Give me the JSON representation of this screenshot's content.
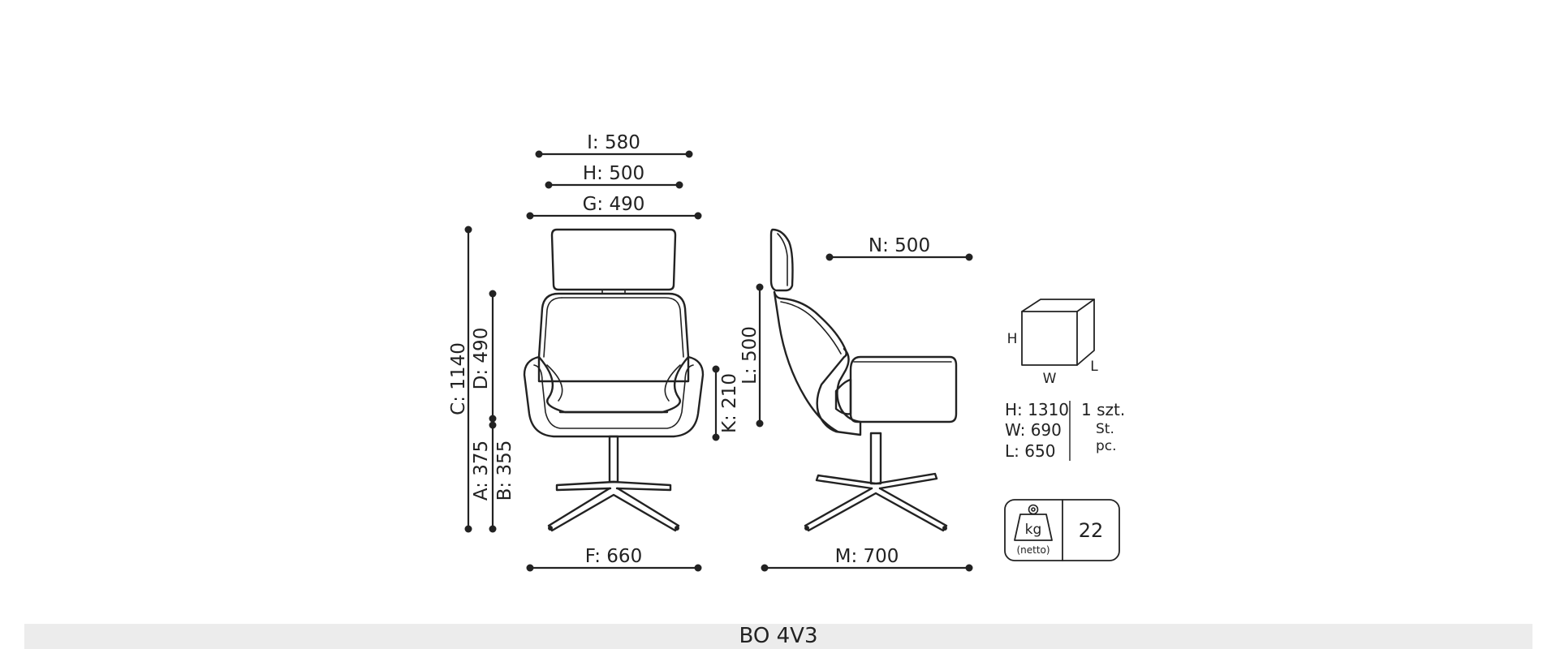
{
  "dimensions": {
    "I": "I: 580",
    "H": "H: 500",
    "G": "G: 490",
    "N": "N: 500",
    "C": "C: 1140",
    "D": "D: 490",
    "A": "A: 375",
    "B": "B: 355",
    "K": "K: 210",
    "L": "L: 500",
    "F": "F: 660",
    "M": "M: 700"
  },
  "package": {
    "axis_h": "H",
    "axis_w": "W",
    "axis_l": "L",
    "height": "H: 1310",
    "width": "W: 690",
    "length": "L: 650",
    "qty_pl": "1 szt.",
    "qty_de": "St.",
    "qty_en": "pc."
  },
  "weight": {
    "unit": "kg",
    "note": "(netto)",
    "value": "22"
  },
  "model": "BO 4V3"
}
